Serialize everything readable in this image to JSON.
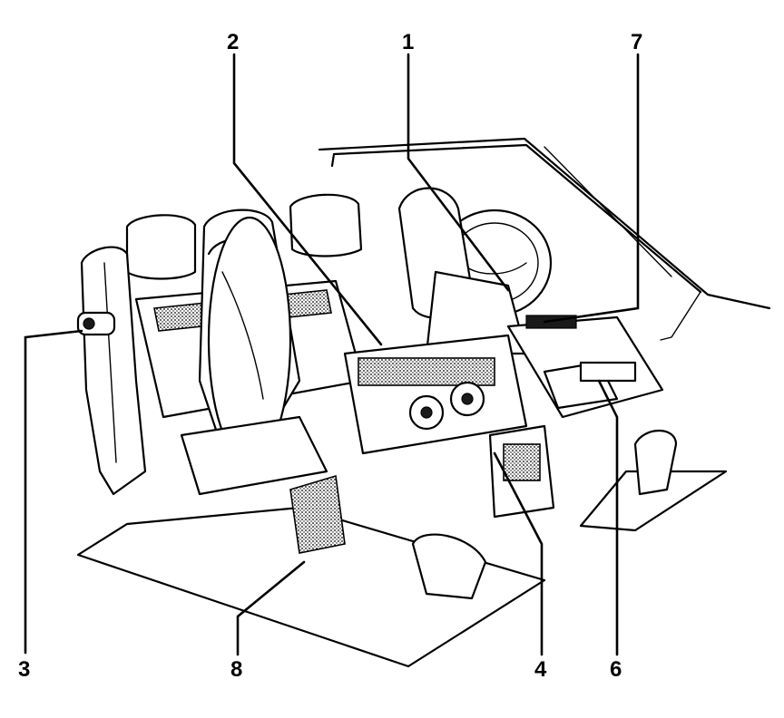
{
  "callouts": [
    {
      "id": "c1",
      "label": "1"
    },
    {
      "id": "c2",
      "label": "2"
    },
    {
      "id": "c3",
      "label": "3"
    },
    {
      "id": "c4",
      "label": "4"
    },
    {
      "id": "c6",
      "label": "6"
    },
    {
      "id": "c7",
      "label": "7"
    },
    {
      "id": "c8",
      "label": "8"
    }
  ]
}
